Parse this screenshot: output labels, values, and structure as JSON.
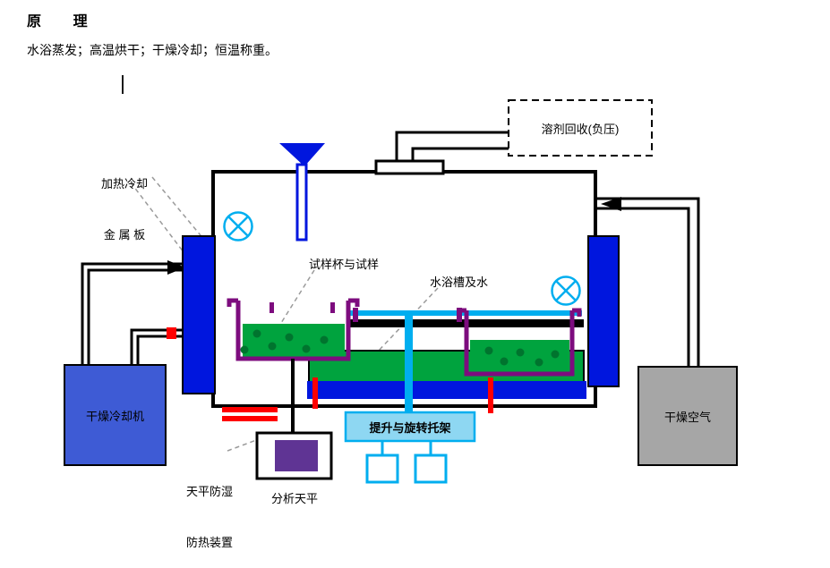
{
  "doc": {
    "title": "原        理",
    "subtitle": "水浴蒸发；高温烘干；干燥冷却；恒温称重。"
  },
  "diagram": {
    "labels": {
      "heating_plate_line1": "加热冷却",
      "heating_plate_line2": "金 属 板",
      "sample_cup": "试样杯与试样",
      "water_bath": "水浴槽及水",
      "solvent_recovery": "溶剂回收(负压)",
      "dryer_cooler": "干燥冷却机",
      "dry_air": "干燥空气",
      "lift_bracket": "提升与旋转托架",
      "balance_guard_line1": "天平防湿",
      "balance_guard_line2": "防热装置",
      "balance": "分析天平"
    },
    "icons": {
      "fan": "axial-fan-symbol (circle with X blades)",
      "funnel": "inlet-funnel",
      "arrows": "black flow-direction triangles"
    }
  },
  "colors": {
    "blue": "#0016DE",
    "machine-blue": "#3E5BD5",
    "cyan": "#00AEEF",
    "light-cyan": "#8ED7F2",
    "green": "#00A33E",
    "dark-green": "#00742E",
    "purple": "#7D0C7E",
    "balance-purple": "#5F3494",
    "red": "#FF0000",
    "gray": "#A6A6A6",
    "leader": "#9A9A9A"
  }
}
